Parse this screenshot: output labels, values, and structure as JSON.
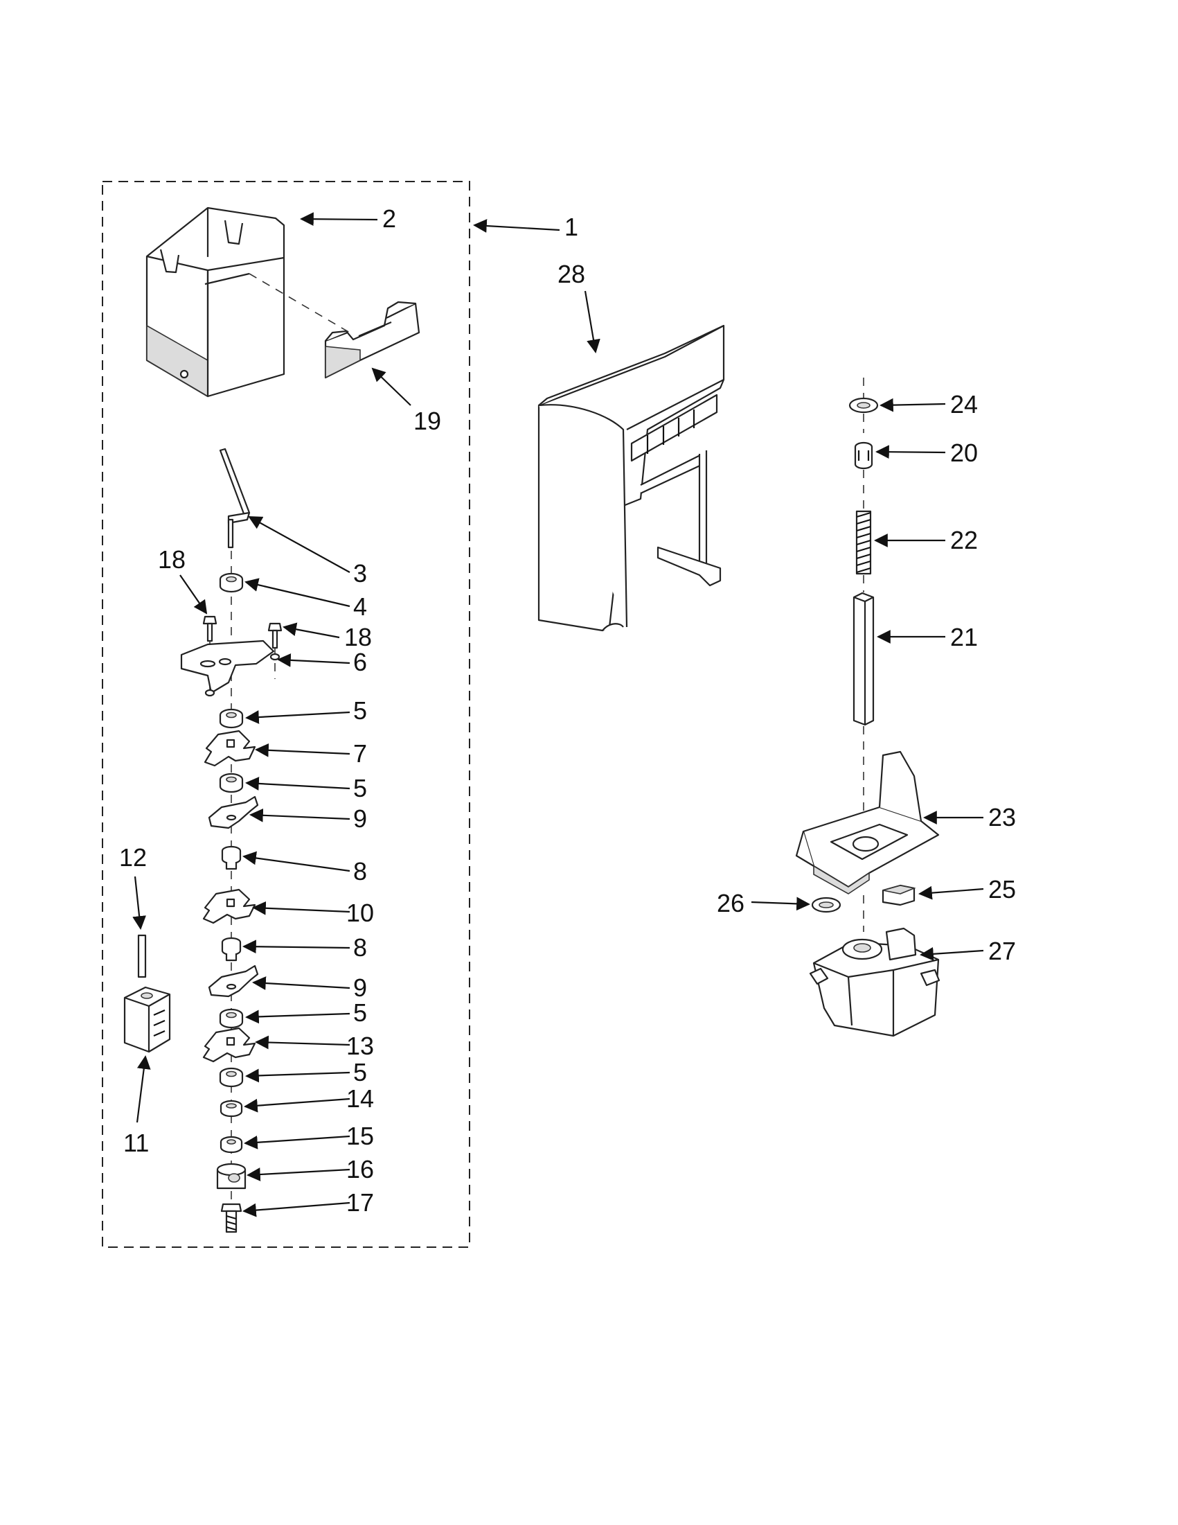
{
  "labels": {
    "p1": "1",
    "p2": "2",
    "p3": "3",
    "p4": "4",
    "p5a": "5",
    "p5b": "5",
    "p5c": "5",
    "p5d": "5",
    "p6": "6",
    "p7": "7",
    "p8a": "8",
    "p8b": "8",
    "p9a": "9",
    "p9b": "9",
    "p10": "10",
    "p11": "11",
    "p12": "12",
    "p13": "13",
    "p14": "14",
    "p15": "15",
    "p16": "16",
    "p17": "17",
    "p18a": "18",
    "p18b": "18",
    "p19": "19",
    "p20": "20",
    "p21": "21",
    "p22": "22",
    "p23": "23",
    "p24": "24",
    "p25": "25",
    "p26": "26",
    "p27": "27",
    "p28": "28"
  }
}
